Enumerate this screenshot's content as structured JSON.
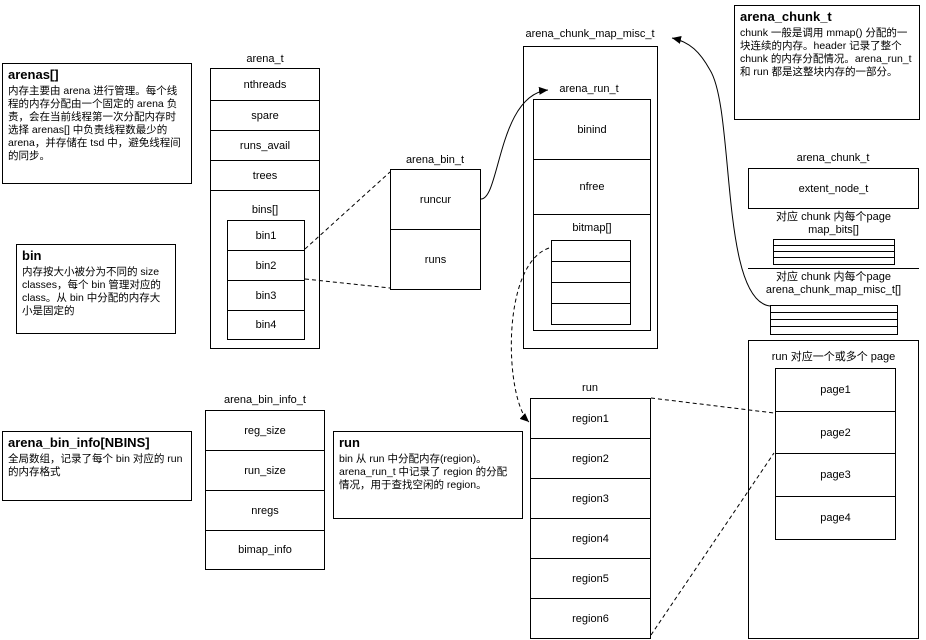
{
  "notes": {
    "arenas": {
      "title": "arenas[]",
      "body": "内存主要由 arena 进行管理。每个线程的内存分配由一个固定的 arena 负责，会在当前线程第一次分配内存时选择 arenas[] 中负责线程数最少的 arena，并存储在 tsd 中，避免线程间的同步。"
    },
    "bin": {
      "title": "bin",
      "body": "内存按大小被分为不同的 size classes，每个 bin 管理对应的 class。从 bin 中分配的内存大小是固定的"
    },
    "arena_bin_info": {
      "title": "arena_bin_info[NBINS]",
      "body": "全局数组，记录了每个 bin 对应的 run 的内存格式"
    },
    "run": {
      "title": "run",
      "body": "bin 从 run 中分配内存(region)。arena_run_t 中记录了 region 的分配情况，用于查找空闲的 region。"
    },
    "arena_chunk": {
      "title": "arena_chunk_t",
      "body": "chunk 一般是调用 mmap() 分配的一块连续的内存。header 记录了整个 chunk 的内存分配情况。arena_run_t 和 run 都是这整块内存的一部分。"
    }
  },
  "arena_t": {
    "title": "arena_t",
    "fields": [
      "nthreads",
      "spare",
      "runs_avail",
      "trees"
    ],
    "bins_label": "bins[]",
    "bins": [
      "bin1",
      "bin2",
      "bin3",
      "bin4"
    ]
  },
  "arena_bin_t": {
    "title": "arena_bin_t",
    "fields": [
      "runcur",
      "runs"
    ]
  },
  "arena_bin_info_t": {
    "title": "arena_bin_info_t",
    "fields": [
      "reg_size",
      "run_size",
      "nregs",
      "bimap_info"
    ]
  },
  "arena_chunk_map_misc_t": {
    "title": "arena_chunk_map_misc_t",
    "run_title": "arena_run_t",
    "run_fields": [
      "binind",
      "nfree"
    ],
    "bitmap_label": "bitmap[]"
  },
  "run": {
    "title": "run",
    "regions": [
      "region1",
      "region2",
      "region3",
      "region4",
      "region5",
      "region6"
    ]
  },
  "arena_chunk_t": {
    "title": "arena_chunk_t",
    "extent": "extent_node_t",
    "map_bits_label": "对应 chunk 内每个page\nmap_bits[]",
    "map_misc_label": "对应 chunk 内每个page\narena_chunk_map_misc_t[]",
    "pages_label": "run 对应一个或多个 page",
    "pages": [
      "page1",
      "page2",
      "page3",
      "page4"
    ]
  }
}
